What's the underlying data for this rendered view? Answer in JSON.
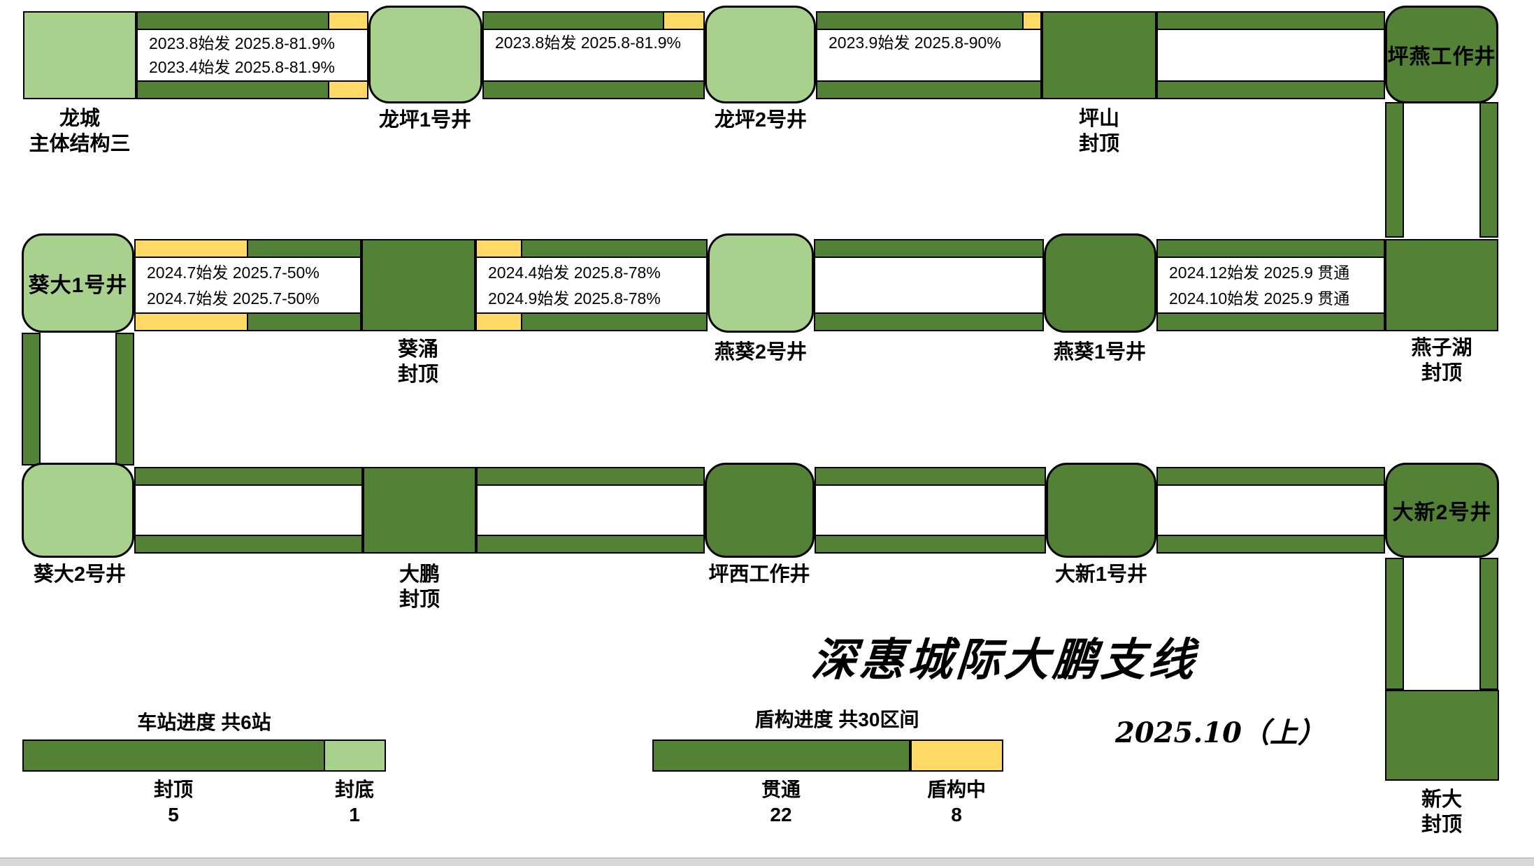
{
  "page": {
    "main_title": "深惠城际大鹏支线",
    "date_label": "2025.10（上）"
  },
  "colors": {
    "tunnel_done_green": "#538135",
    "station_bottom_sealed_light_green": "#A9D18E",
    "shield_in_progress_yellow": "#FFD966",
    "outline_black": "#000000"
  },
  "stations": {
    "longcheng": {
      "l1": "龙城",
      "l2": "主体结构三"
    },
    "longping1": {
      "l1": "龙坪1号井"
    },
    "longping2": {
      "l1": "龙坪2号井"
    },
    "pingshan": {
      "l1": "坪山",
      "l2": "封顶"
    },
    "pingyan": {
      "inner": "坪燕工作井"
    },
    "kuida1": {
      "inner": "葵大1号井"
    },
    "kuichong": {
      "l1": "葵涌",
      "l2": "封顶"
    },
    "yankui2": {
      "l1": "燕葵2号井"
    },
    "yankui1": {
      "l1": "燕葵1号井"
    },
    "yanzihu": {
      "l1": "燕子湖",
      "l2": "封顶"
    },
    "kuida2": {
      "l1": "葵大2号井"
    },
    "dapeng": {
      "l1": "大鹏",
      "l2": "封顶"
    },
    "pingxi": {
      "l1": "坪西工作井"
    },
    "daxin1": {
      "l1": "大新1号井"
    },
    "daxin2": {
      "inner": "大新2号井"
    },
    "xinda": {
      "l1": "新大",
      "l2": "封顶"
    }
  },
  "segments": {
    "lc_lp1": {
      "line1": "2023.8始发 2025.8-81.9%",
      "line2": "2023.4始发 2025.8-81.9%"
    },
    "lp1_lp2": {
      "line1": "2023.8始发 2025.8-81.9%"
    },
    "lp2_ps": {
      "line1": "2023.9始发 2025.8-90%"
    },
    "kd1_kc": {
      "line1": "2024.7始发 2025.7-50%",
      "line2": "2024.7始发 2025.7-50%"
    },
    "kc_yk2": {
      "line1": "2024.4始发 2025.8-78%",
      "line2": "2024.9始发 2025.8-78%"
    },
    "yk1_yzh": {
      "line1": "2024.12始发 2025.9 贯通",
      "line2": "2024.10始发 2025.9 贯通"
    }
  },
  "legend_station": {
    "title": "车站进度 共6站",
    "seg1_label": "封顶",
    "seg1_value": "5",
    "seg2_label": "封底",
    "seg2_value": "1"
  },
  "legend_shield": {
    "title": "盾构进度 共30区间",
    "seg1_label": "贯通",
    "seg1_value": "22",
    "seg2_label": "盾构中",
    "seg2_value": "8"
  }
}
